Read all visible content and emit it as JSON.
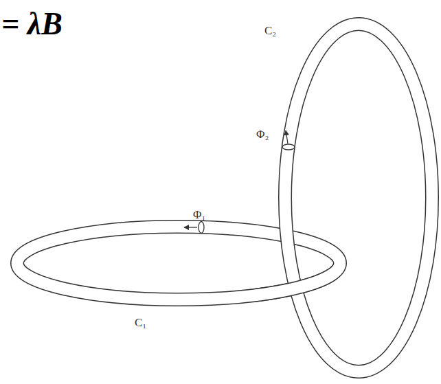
{
  "diagram": {
    "labels": [
      "= λB",
      "C₂",
      "Φ₂",
      "Φ₁",
      "C₁"
    ]
  }
}
